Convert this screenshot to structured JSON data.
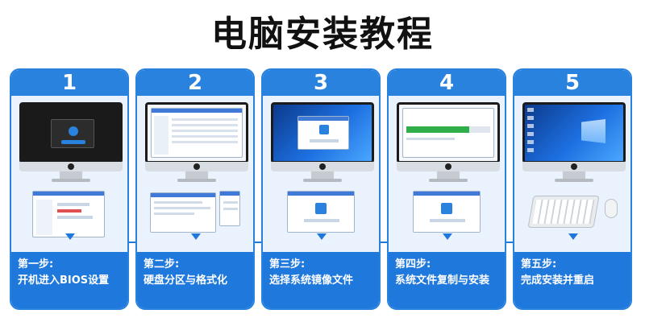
{
  "title": "电脑安装教程",
  "steps": [
    {
      "num": "1",
      "label1": "第一步:",
      "label2": "开机进入BIOS设置"
    },
    {
      "num": "2",
      "label1": "第二步:",
      "label2": "硬盘分区与格式化"
    },
    {
      "num": "3",
      "label1": "第三步:",
      "label2": "选择系统镜像文件"
    },
    {
      "num": "4",
      "label1": "第四步:",
      "label2": "系统文件复制与安装"
    },
    {
      "num": "5",
      "label1": "第五步:",
      "label2": "完成安装并重启"
    }
  ],
  "colors": {
    "accent": "#2a82df",
    "box": "#1f78dc",
    "panel": "#eaf3fd"
  },
  "progress": {
    "fraction": 0.75
  }
}
